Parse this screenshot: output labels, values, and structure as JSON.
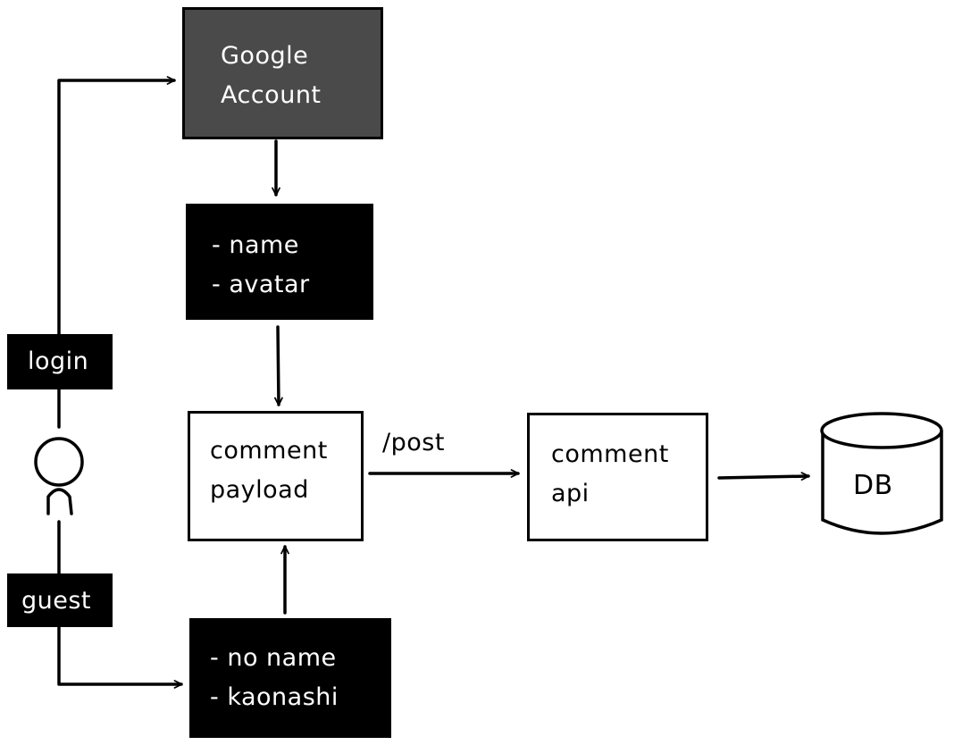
{
  "nodes": {
    "google_account": {
      "line1": "Google",
      "line2": "Account"
    },
    "profile": {
      "line1": "- name",
      "line2": "- avatar"
    },
    "comment_payload": {
      "line1": "comment",
      "line2": "payload"
    },
    "comment_api": {
      "line1": "comment",
      "line2": "api"
    },
    "db": {
      "label": "DB"
    },
    "anonymous": {
      "line1": "- no name",
      "line2": "- kaonashi"
    },
    "login": {
      "label": "login"
    },
    "guest": {
      "label": "guest"
    }
  },
  "edges": {
    "post": {
      "label": "/post"
    }
  }
}
